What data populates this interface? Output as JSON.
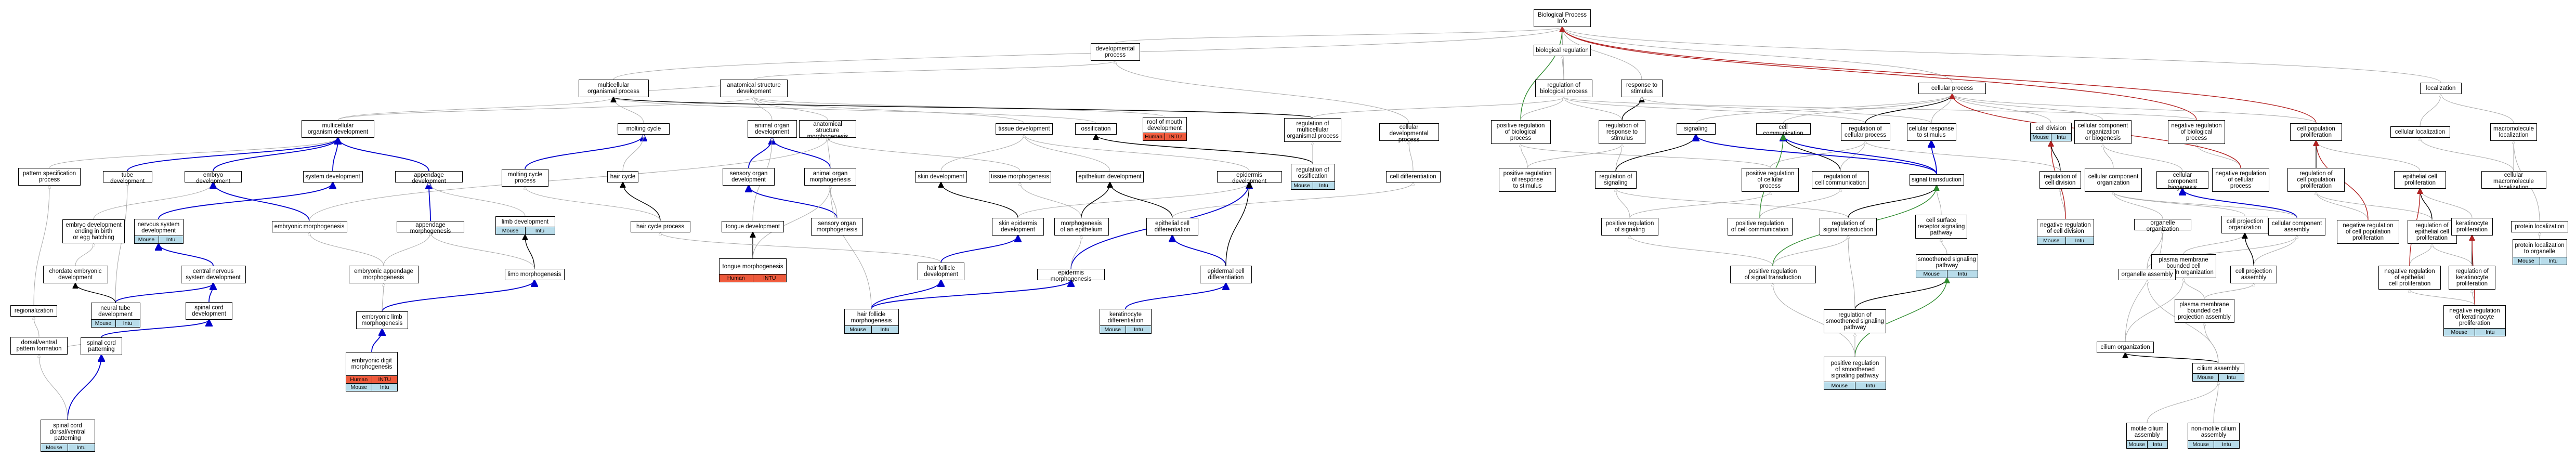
{
  "colors": {
    "is_a": "#aaaaaa",
    "part_of": "#000000",
    "regulates": "#000000",
    "positively_regulates": "#2e8b2e",
    "negatively_regulates": "#b22222",
    "highlight": "#0000cc",
    "badge_mouse": "#b8dcea",
    "badge_human": "#ee5a3c"
  },
  "nodes": [
    {
      "id": "bp",
      "label": "Biological Process\nInfo"
    },
    {
      "id": "dev",
      "label": "developmental\nprocess"
    },
    {
      "id": "breg",
      "label": "biological regulation"
    },
    {
      "id": "multi",
      "label": "multicellular\norganismal process"
    },
    {
      "id": "ana",
      "label": "anatomical structure\ndevelopment"
    },
    {
      "id": "regbp",
      "label": "regulation of\nbiological process"
    },
    {
      "id": "resp",
      "label": "response to\nstimulus"
    },
    {
      "id": "cellp",
      "label": "cellular process"
    },
    {
      "id": "loc",
      "label": "localization"
    },
    {
      "id": "mod",
      "label": "multicellular\norganism development"
    },
    {
      "id": "molt",
      "label": "molting cycle"
    },
    {
      "id": "aod",
      "label": "animal organ\ndevelopment"
    },
    {
      "id": "asm",
      "label": "anatomical structure\nmorphogenesis"
    },
    {
      "id": "tissue",
      "label": "tissue development"
    },
    {
      "id": "ossif",
      "label": "ossification"
    },
    {
      "id": "roof",
      "label": "roof of mouth\ndevelopment",
      "badges": [
        "Human",
        "INTU"
      ]
    },
    {
      "id": "regmop",
      "label": "regulation of\nmulticellular\norganismal process"
    },
    {
      "id": "celldevp",
      "label": "cellular developmental\nprocess"
    },
    {
      "id": "posregbp",
      "label": "positive regulation\nof biological\nprocess"
    },
    {
      "id": "regresp",
      "label": "regulation of\nresponse to\nstimulus"
    },
    {
      "id": "signaling",
      "label": "signaling"
    },
    {
      "id": "cellcomm",
      "label": "cell communication"
    },
    {
      "id": "regcellp",
      "label": "regulation of\ncellular process"
    },
    {
      "id": "cellresp",
      "label": "cellular response\nto stimulus"
    },
    {
      "id": "celldiv",
      "label": "cell division",
      "badges": [
        "Mouse",
        "Intu"
      ]
    },
    {
      "id": "ccob",
      "label": "cellular component\norganization\nor biogenesis"
    },
    {
      "id": "negregbp",
      "label": "negative regulation\nof biological\nprocess"
    },
    {
      "id": "cellpop",
      "label": "cell population\nproliferation"
    },
    {
      "id": "cellloc",
      "label": "cellular localization"
    },
    {
      "id": "macroloc",
      "label": "macromolecule\nlocalization"
    },
    {
      "id": "patspec",
      "label": "pattern specification\nprocess"
    },
    {
      "id": "tubedev",
      "label": "tube development"
    },
    {
      "id": "embdev",
      "label": "embryo development"
    },
    {
      "id": "sysdev",
      "label": "system development"
    },
    {
      "id": "appdev",
      "label": "appendage development"
    },
    {
      "id": "moltp",
      "label": "molting cycle\nprocess"
    },
    {
      "id": "hairc",
      "label": "hair cycle"
    },
    {
      "id": "sensdev",
      "label": "sensory organ\ndevelopment"
    },
    {
      "id": "aomorph",
      "label": "animal organ\nmorphogenesis"
    },
    {
      "id": "skindev",
      "label": "skin development"
    },
    {
      "id": "tissmorph",
      "label": "tissue morphogenesis"
    },
    {
      "id": "epidev",
      "label": "epithelium development"
    },
    {
      "id": "epidermdev",
      "label": "epidermis development"
    },
    {
      "id": "regossif",
      "label": "regulation of\nossification",
      "badges": [
        "Mouse",
        "Intu"
      ]
    },
    {
      "id": "celldiff",
      "label": "cell differentiation"
    },
    {
      "id": "posregresp",
      "label": "positive regulation\nof response\nto stimulus"
    },
    {
      "id": "regsig",
      "label": "regulation of\nsignaling"
    },
    {
      "id": "posregcellp",
      "label": "positive regulation\nof cellular\nprocess"
    },
    {
      "id": "regcellcomm",
      "label": "regulation of\ncell communication"
    },
    {
      "id": "sigtrans",
      "label": "signal transduction"
    },
    {
      "id": "regcelldiv",
      "label": "regulation of\ncell division"
    },
    {
      "id": "ccorg",
      "label": "cellular component\norganization"
    },
    {
      "id": "ccbio",
      "label": "cellular component\nbiogenesis"
    },
    {
      "id": "negregcellp",
      "label": "negative regulation\nof cellular\nprocess"
    },
    {
      "id": "regcellpop",
      "label": "regulation of\ncell population\nproliferation"
    },
    {
      "id": "epiprolif",
      "label": "epithelial cell\nproliferation"
    },
    {
      "id": "macrocellloc",
      "label": "cellular macromolecule\nlocalization"
    },
    {
      "id": "embdevend",
      "label": "embryo development\nending in birth\nor egg hatching"
    },
    {
      "id": "nsdev",
      "label": "nervous system\ndevelopment",
      "badges": [
        "Mouse",
        "Intu"
      ]
    },
    {
      "id": "embmorph",
      "label": "embryonic morphogenesis"
    },
    {
      "id": "appmorph",
      "label": "appendage morphogenesis"
    },
    {
      "id": "limbdev",
      "label": "limb development",
      "badges": [
        "Mouse",
        "Intu"
      ]
    },
    {
      "id": "haircp",
      "label": "hair cycle process"
    },
    {
      "id": "tonguedev",
      "label": "tongue development"
    },
    {
      "id": "sensmorph",
      "label": "sensory organ\nmorphogenesis"
    },
    {
      "id": "skinepidev",
      "label": "skin epidermis\ndevelopment"
    },
    {
      "id": "morphepi",
      "label": "morphogenesis\nof an epithelium"
    },
    {
      "id": "epicelldiff",
      "label": "epithelial cell\ndifferentiation"
    },
    {
      "id": "posregsig",
      "label": "positive regulation\nof signaling"
    },
    {
      "id": "posregcellcomm",
      "label": "positive regulation\nof cell communication"
    },
    {
      "id": "regsigtrans",
      "label": "regulation of\nsignal transduction"
    },
    {
      "id": "csrsp",
      "label": "cell surface\nreceptor signaling\npathway"
    },
    {
      "id": "negregcelldiv",
      "label": "negative regulation\nof cell division",
      "badges": [
        "Mouse",
        "Intu"
      ]
    },
    {
      "id": "orgorg",
      "label": "organelle organization"
    },
    {
      "id": "cellproj",
      "label": "cell projection\norganization"
    },
    {
      "id": "ccasm",
      "label": "cellular component\nassembly"
    },
    {
      "id": "negregcellpop",
      "label": "negative regulation\nof cell population\nproliferation"
    },
    {
      "id": "regepiprolif",
      "label": "regulation of\nepithelial cell\nproliferation"
    },
    {
      "id": "kerprolif",
      "label": "keratinocyte\nproliferation"
    },
    {
      "id": "protloc",
      "label": "protein localization"
    },
    {
      "id": "protlocorg",
      "label": "protein localization\nto organelle",
      "badges": [
        "Mouse",
        "Intu"
      ]
    },
    {
      "id": "chordevdev",
      "label": "chordate embryonic\ndevelopment"
    },
    {
      "id": "cnsdev",
      "label": "central nervous\nsystem development"
    },
    {
      "id": "embappmorph",
      "label": "embryonic appendage\nmorphogenesis"
    },
    {
      "id": "limbmorph",
      "label": "limb morphogenesis"
    },
    {
      "id": "tonguemorph",
      "label": "tongue morphogenesis",
      "badges": [
        "Human",
        "INTU"
      ]
    },
    {
      "id": "hfdev",
      "label": "hair follicle\ndevelopment"
    },
    {
      "id": "epidmorph",
      "label": "epidermis morphogenesis"
    },
    {
      "id": "epidcelldiff",
      "label": "epidermal cell\ndifferentiation"
    },
    {
      "id": "posregsigtrans",
      "label": "positive regulation\nof signal transduction"
    },
    {
      "id": "smoothsig",
      "label": "smoothened signaling\npathway",
      "badges": [
        "Mouse",
        "Intu"
      ]
    },
    {
      "id": "pmbcpo",
      "label": "plasma membrane\nbounded cell\nprojection organization"
    },
    {
      "id": "orgasm",
      "label": "organelle assembly"
    },
    {
      "id": "cellprojasm",
      "label": "cell projection\nassembly"
    },
    {
      "id": "negregepiprolif",
      "label": "negative regulation\nof epithelial\ncell proliferation"
    },
    {
      "id": "regkerprolif",
      "label": "regulation of\nkeratinocyte\nproliferation"
    },
    {
      "id": "regen",
      "label": "regionalization"
    },
    {
      "id": "ntdev",
      "label": "neural tube\ndevelopment",
      "badges": [
        "Mouse",
        "Intu"
      ]
    },
    {
      "id": "scdev",
      "label": "spinal cord\ndevelopment"
    },
    {
      "id": "emblimbmorph",
      "label": "embryonic limb\nmorphogenesis"
    },
    {
      "id": "hfmorph",
      "label": "hair follicle\nmorphogenesis",
      "badges": [
        "Mouse",
        "Intu"
      ]
    },
    {
      "id": "kerdiff",
      "label": "keratinocyte\ndifferentiation",
      "badges": [
        "Mouse",
        "Intu"
      ]
    },
    {
      "id": "regsmooth",
      "label": "regulation of\nsmoothened signaling\npathway"
    },
    {
      "id": "pmbcpa",
      "label": "plasma membrane\nbounded cell\nprojection assembly"
    },
    {
      "id": "negregkerprolif",
      "label": "negative regulation\nof keratinocyte\nproliferation",
      "badges": [
        "Mouse",
        "Intu"
      ]
    },
    {
      "id": "dvpat",
      "label": "dorsal/ventral\npattern formation"
    },
    {
      "id": "scpat",
      "label": "spinal cord\npatterning"
    },
    {
      "id": "embdigit",
      "label": "embryonic digit\nmorphogenesis",
      "badges": [
        "Human",
        "INTU",
        "Mouse",
        "Intu"
      ]
    },
    {
      "id": "ciliumorg",
      "label": "cilium organization"
    },
    {
      "id": "posregsmooth",
      "label": "positive regulation\nof smoothened\nsignaling pathway",
      "badges": [
        "Mouse",
        "Intu"
      ]
    },
    {
      "id": "ciliumasm",
      "label": "cilium assembly",
      "badges": [
        "Mouse",
        "Intu"
      ]
    },
    {
      "id": "scdvpat",
      "label": "spinal cord\ndorsal/ventral\npatterning",
      "badges": [
        "Mouse",
        "Intu"
      ]
    },
    {
      "id": "motile",
      "label": "motile cilium\nassembly",
      "badges": [
        "Mouse",
        "Intu"
      ]
    },
    {
      "id": "nonmotile",
      "label": "non-motile cilium\nassembly",
      "badges": [
        "Mouse",
        "Intu"
      ]
    }
  ]
}
